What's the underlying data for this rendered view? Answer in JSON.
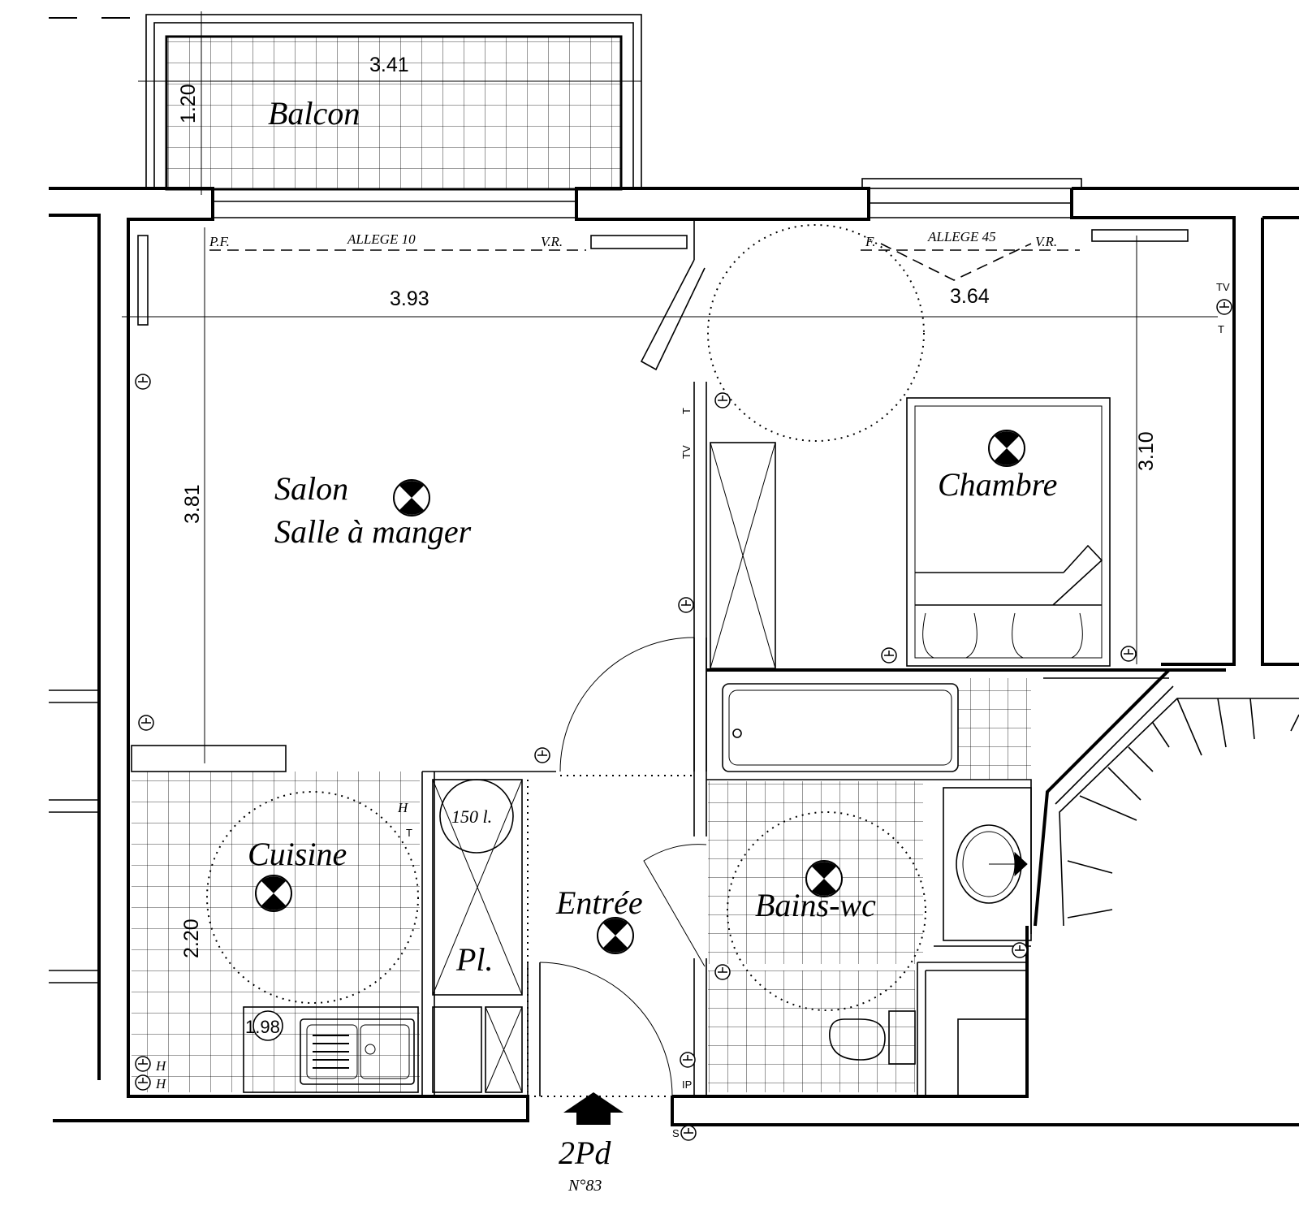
{
  "plan": {
    "rooms": {
      "balcon": "Balcon",
      "salon_line1": "Salon",
      "salon_line2": "Salle à manger",
      "chambre": "Chambre",
      "cuisine": "Cuisine",
      "entree": "Entrée",
      "bains": "Bains-wc",
      "placard": "Pl."
    },
    "dimensions": {
      "balcon_width": "3.41",
      "balcon_depth": "1.20",
      "salon_width": "3.93",
      "salon_depth": "3.81",
      "chambre_width": "3.64",
      "chambre_depth": "3.10",
      "cuisine_depth": "2.20",
      "cuisine_height": "1.98"
    },
    "annotations": {
      "pf": "P.F.",
      "allege10": "ALLEGE 10",
      "vr1": "V.R.",
      "f": "F.",
      "allege45": "ALLEGE 45",
      "vr2": "V.R.",
      "ballon": "150 l.",
      "tv": "TV",
      "t": "T",
      "h": "H",
      "ip": "IP",
      "s": "S"
    },
    "entry": {
      "label": "2Pd",
      "number": "N°83"
    }
  }
}
